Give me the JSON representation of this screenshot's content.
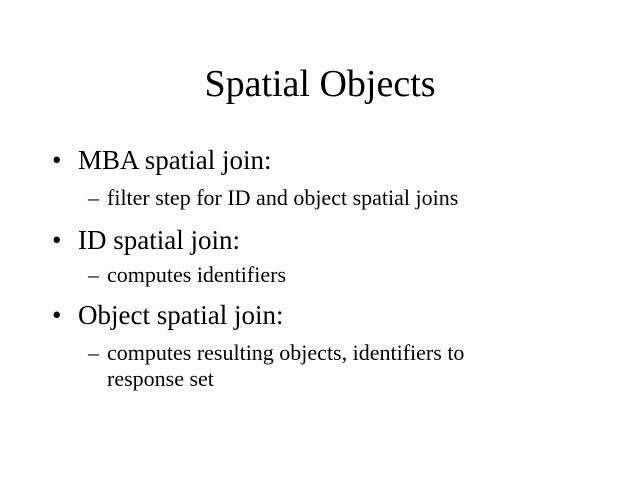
{
  "slide": {
    "title": "Spatial Objects",
    "bullet_glyph": "•",
    "dash_glyph": "–",
    "items": [
      {
        "text": "MBA spatial join:",
        "sub": [
          "filter step for ID and object spatial joins"
        ]
      },
      {
        "text": "ID spatial join:",
        "sub": [
          "computes identifiers"
        ]
      },
      {
        "text": "Object spatial join:",
        "sub": [
          "computes resulting objects, identifiers to response set"
        ]
      }
    ]
  }
}
